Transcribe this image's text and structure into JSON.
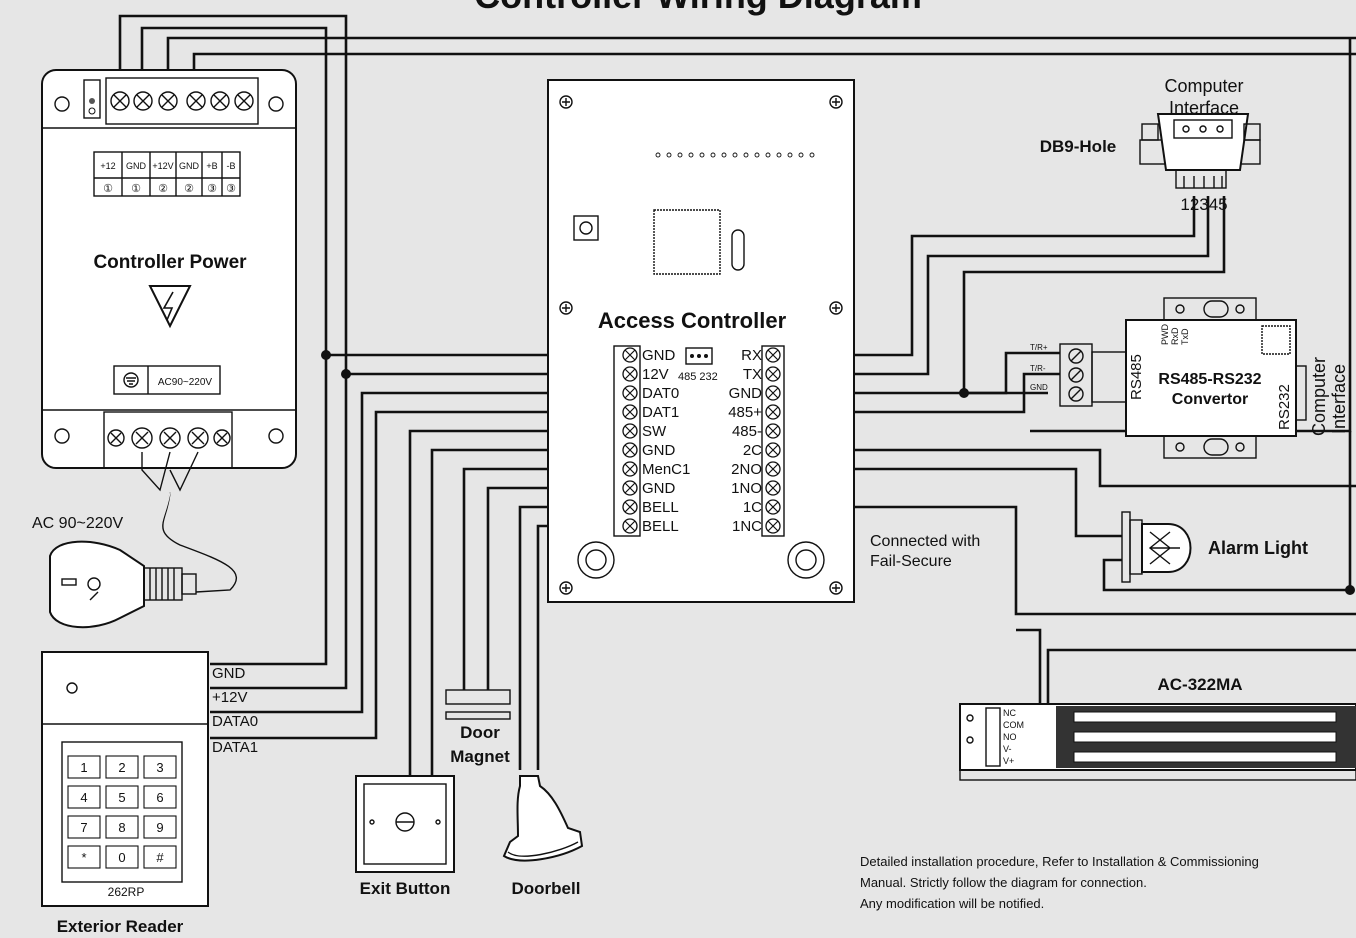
{
  "title": "Controller Wiring Diagram",
  "power": {
    "label": "Controller  Power",
    "terms_top": [
      "+12",
      "GND",
      "+12V",
      "GND",
      "+B",
      "-B"
    ],
    "terms_bottom": [
      "①",
      "①",
      "②",
      "②",
      "③",
      "③"
    ],
    "ac_label": "AC90~220V"
  },
  "ac_input": "AC 90~220V",
  "controller": {
    "label": "Access Controller",
    "left_terms": [
      "GND",
      "12V",
      "DAT0",
      "DAT1",
      "SW",
      "GND",
      "MenC1",
      "GND",
      "BELL",
      "BELL"
    ],
    "right_terms": [
      "RX",
      "TX",
      "GND",
      "485+",
      "485-",
      "2C",
      "2NO",
      "1NO",
      "1C",
      "1NC"
    ],
    "jumper": "485 232"
  },
  "db9": {
    "computer": "Computer",
    "interface": "Interface",
    "label": "DB9-Hole",
    "pins": "12345"
  },
  "convertor": {
    "line1": "RS485-RS232",
    "line2": "Convertor",
    "rs485": "RS485",
    "rs232": "RS232",
    "computer": "Computer",
    "interface": "Interface",
    "leds": [
      "PWD",
      "RxD",
      "TxD"
    ],
    "pins": [
      "T/R+",
      "T/R-",
      "GND"
    ]
  },
  "alarm": "Alarm Light",
  "fail_secure": [
    "Connected  with",
    "Fail-Secure"
  ],
  "lock": {
    "model": "AC-322MA",
    "pins": [
      "NC",
      "COM",
      "NO",
      "V-",
      "V+"
    ]
  },
  "reader": {
    "wires": [
      "GND",
      "+12V",
      "DATA0",
      "DATA1"
    ],
    "keys": [
      "1",
      "2",
      "3",
      "4",
      "5",
      "6",
      "7",
      "8",
      "9",
      "*",
      "0",
      "#"
    ],
    "model": "262RP",
    "label": "Exterior Reader"
  },
  "door_magnet": [
    "Door",
    "Magnet"
  ],
  "exit_button": "Exit  Button",
  "doorbell": "Doorbell",
  "note": [
    "Detailed installation procedure, Refer to Installation & Commissioning",
    "Manual. Strictly follow the diagram for connection.",
    "Any modification will be notified."
  ]
}
